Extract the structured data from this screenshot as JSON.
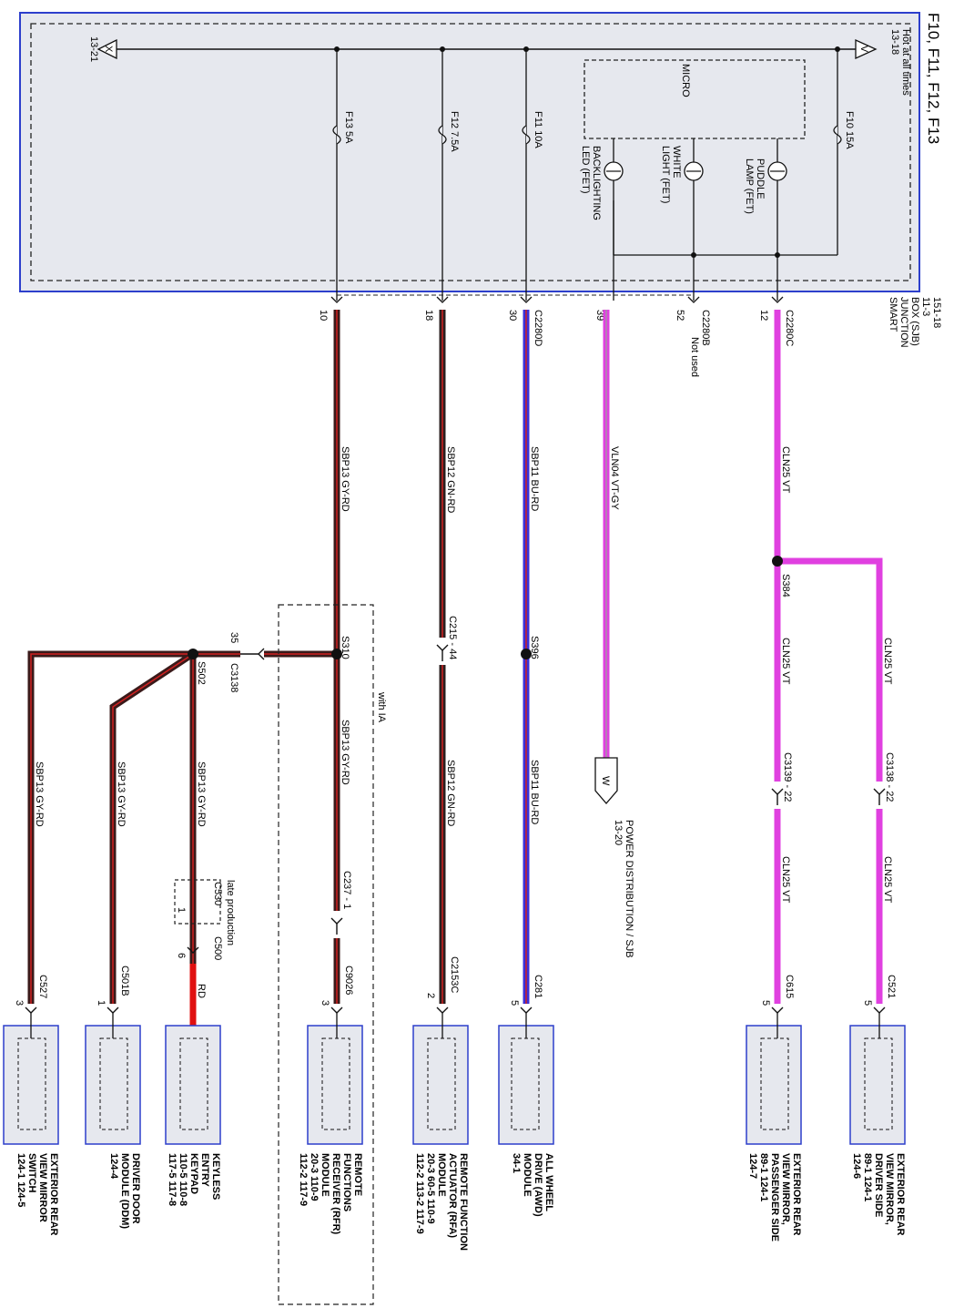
{
  "title": "F10, F11, F12, F13",
  "sjb": {
    "lines": [
      "SMART",
      "JUNCTION",
      "BOX (SJB)",
      "11-3",
      "151-18"
    ],
    "hot_label": "Hot at all times",
    "hot_ref": "13-18",
    "hot_letter": "V",
    "left_ref": "13-21",
    "left_letter": "X",
    "micro": "MICRO",
    "fuses": {
      "f10": "F10 15A",
      "f11": "F11 10A",
      "f12": "F12 7.5A",
      "f13": "F13 5A"
    },
    "fets": {
      "puddle": [
        "PUDDLE",
        "LAMP (FET)"
      ],
      "white": [
        "WHITE",
        "LIGHT (FET)"
      ],
      "backlight": [
        "BACKLIGHTING",
        "LED (FET)"
      ]
    }
  },
  "connectors": {
    "c2280c": "C2280C",
    "c2280b": "C2280B",
    "not_used": "Not used",
    "c2280d": "C2280D",
    "pin12": "12",
    "pin52": "52",
    "pin39": "39",
    "pin30": "30",
    "pin18": "18",
    "pin10": "10"
  },
  "wires": {
    "cln25_vt": "CLN25 VT",
    "vln04": "VLN04 VT-GY",
    "sbp11": "SBP11 BU-RD",
    "sbp12": "SBP12 GN-RD",
    "sbp13": "SBP13 GY-RD",
    "rd": "RD"
  },
  "splices": {
    "s384": "S384",
    "s396": "S396",
    "s310": "S310",
    "s502": "S502"
  },
  "inline": {
    "c3138_22": "C3138 - 22",
    "c3139_22": "C3139 - 22",
    "c215_44": "C215 - 44",
    "c237_1": "C237 - 1",
    "c3138": "C3138",
    "c3138_pin": "35",
    "c530": "C530",
    "c530_pin": "1",
    "c500": "C500",
    "c500_pin": "6",
    "late_production": "late production",
    "with_ia": "with IA"
  },
  "power_dist": {
    "letter": "W",
    "label": "POWER DISTRIBUTION / SJB",
    "ref": "13-20"
  },
  "components": {
    "mirror_driver": {
      "connector": "C521",
      "pin": "5",
      "lines": [
        "EXTERIOR REAR",
        "VIEW MIRROR,",
        "DRIVER SIDE",
        "89-1 124-1",
        "124-6"
      ]
    },
    "mirror_passenger": {
      "connector": "C615",
      "pin": "5",
      "lines": [
        "EXTERIOR REAR",
        "VIEW MIRROR,",
        "PASSENGER SIDE",
        "89-1 124-1",
        "124-7"
      ]
    },
    "awd": {
      "connector": "C281",
      "pin": "5",
      "lines": [
        "ALL WHEEL",
        "DRIVE (AWD)",
        "MODULE",
        "34-1"
      ]
    },
    "rfa": {
      "connector": "C2153C",
      "pin": "2",
      "lines": [
        "REMOTE FUNCTION",
        "ACTUATOR (RFA)",
        "MODULE",
        "20-3 60-5 110-9",
        "112-2 113-2 117-9"
      ]
    },
    "rfr": {
      "connector": "C9026",
      "pin": "3",
      "lines": [
        "REMOTE",
        "FUNCTIONS",
        "RECEIVER (RFR)",
        "MODULE",
        "20-3 110-9",
        "112-2 117-9"
      ]
    },
    "keypad": {
      "connector": "",
      "pin": "",
      "lines": [
        "KEYLESS",
        "ENTRY",
        "KEYPAD",
        "110-5 110-8",
        "117-5 117-8"
      ]
    },
    "ddm": {
      "connector": "C501B",
      "pin": "1",
      "lines": [
        "DRIVER DOOR",
        "MODULE (DDM)",
        "124-4"
      ]
    },
    "mirror_switch": {
      "connector": "C527",
      "pin": "3",
      "lines": [
        "EXTERIOR REAR",
        "VIEW MIRROR",
        "SWITCH",
        "124-1 124-5"
      ]
    }
  },
  "colors": {
    "violet": "#e040e0",
    "violet_gray": "#e040e0",
    "blue_red": "#3a2fd8",
    "green_red": "#2a1f1f",
    "gray_red": "#3a1a1a",
    "red": "#e01010",
    "sjb_fill": "#e6e8ee",
    "frame_blue": "#2d3fcc"
  }
}
